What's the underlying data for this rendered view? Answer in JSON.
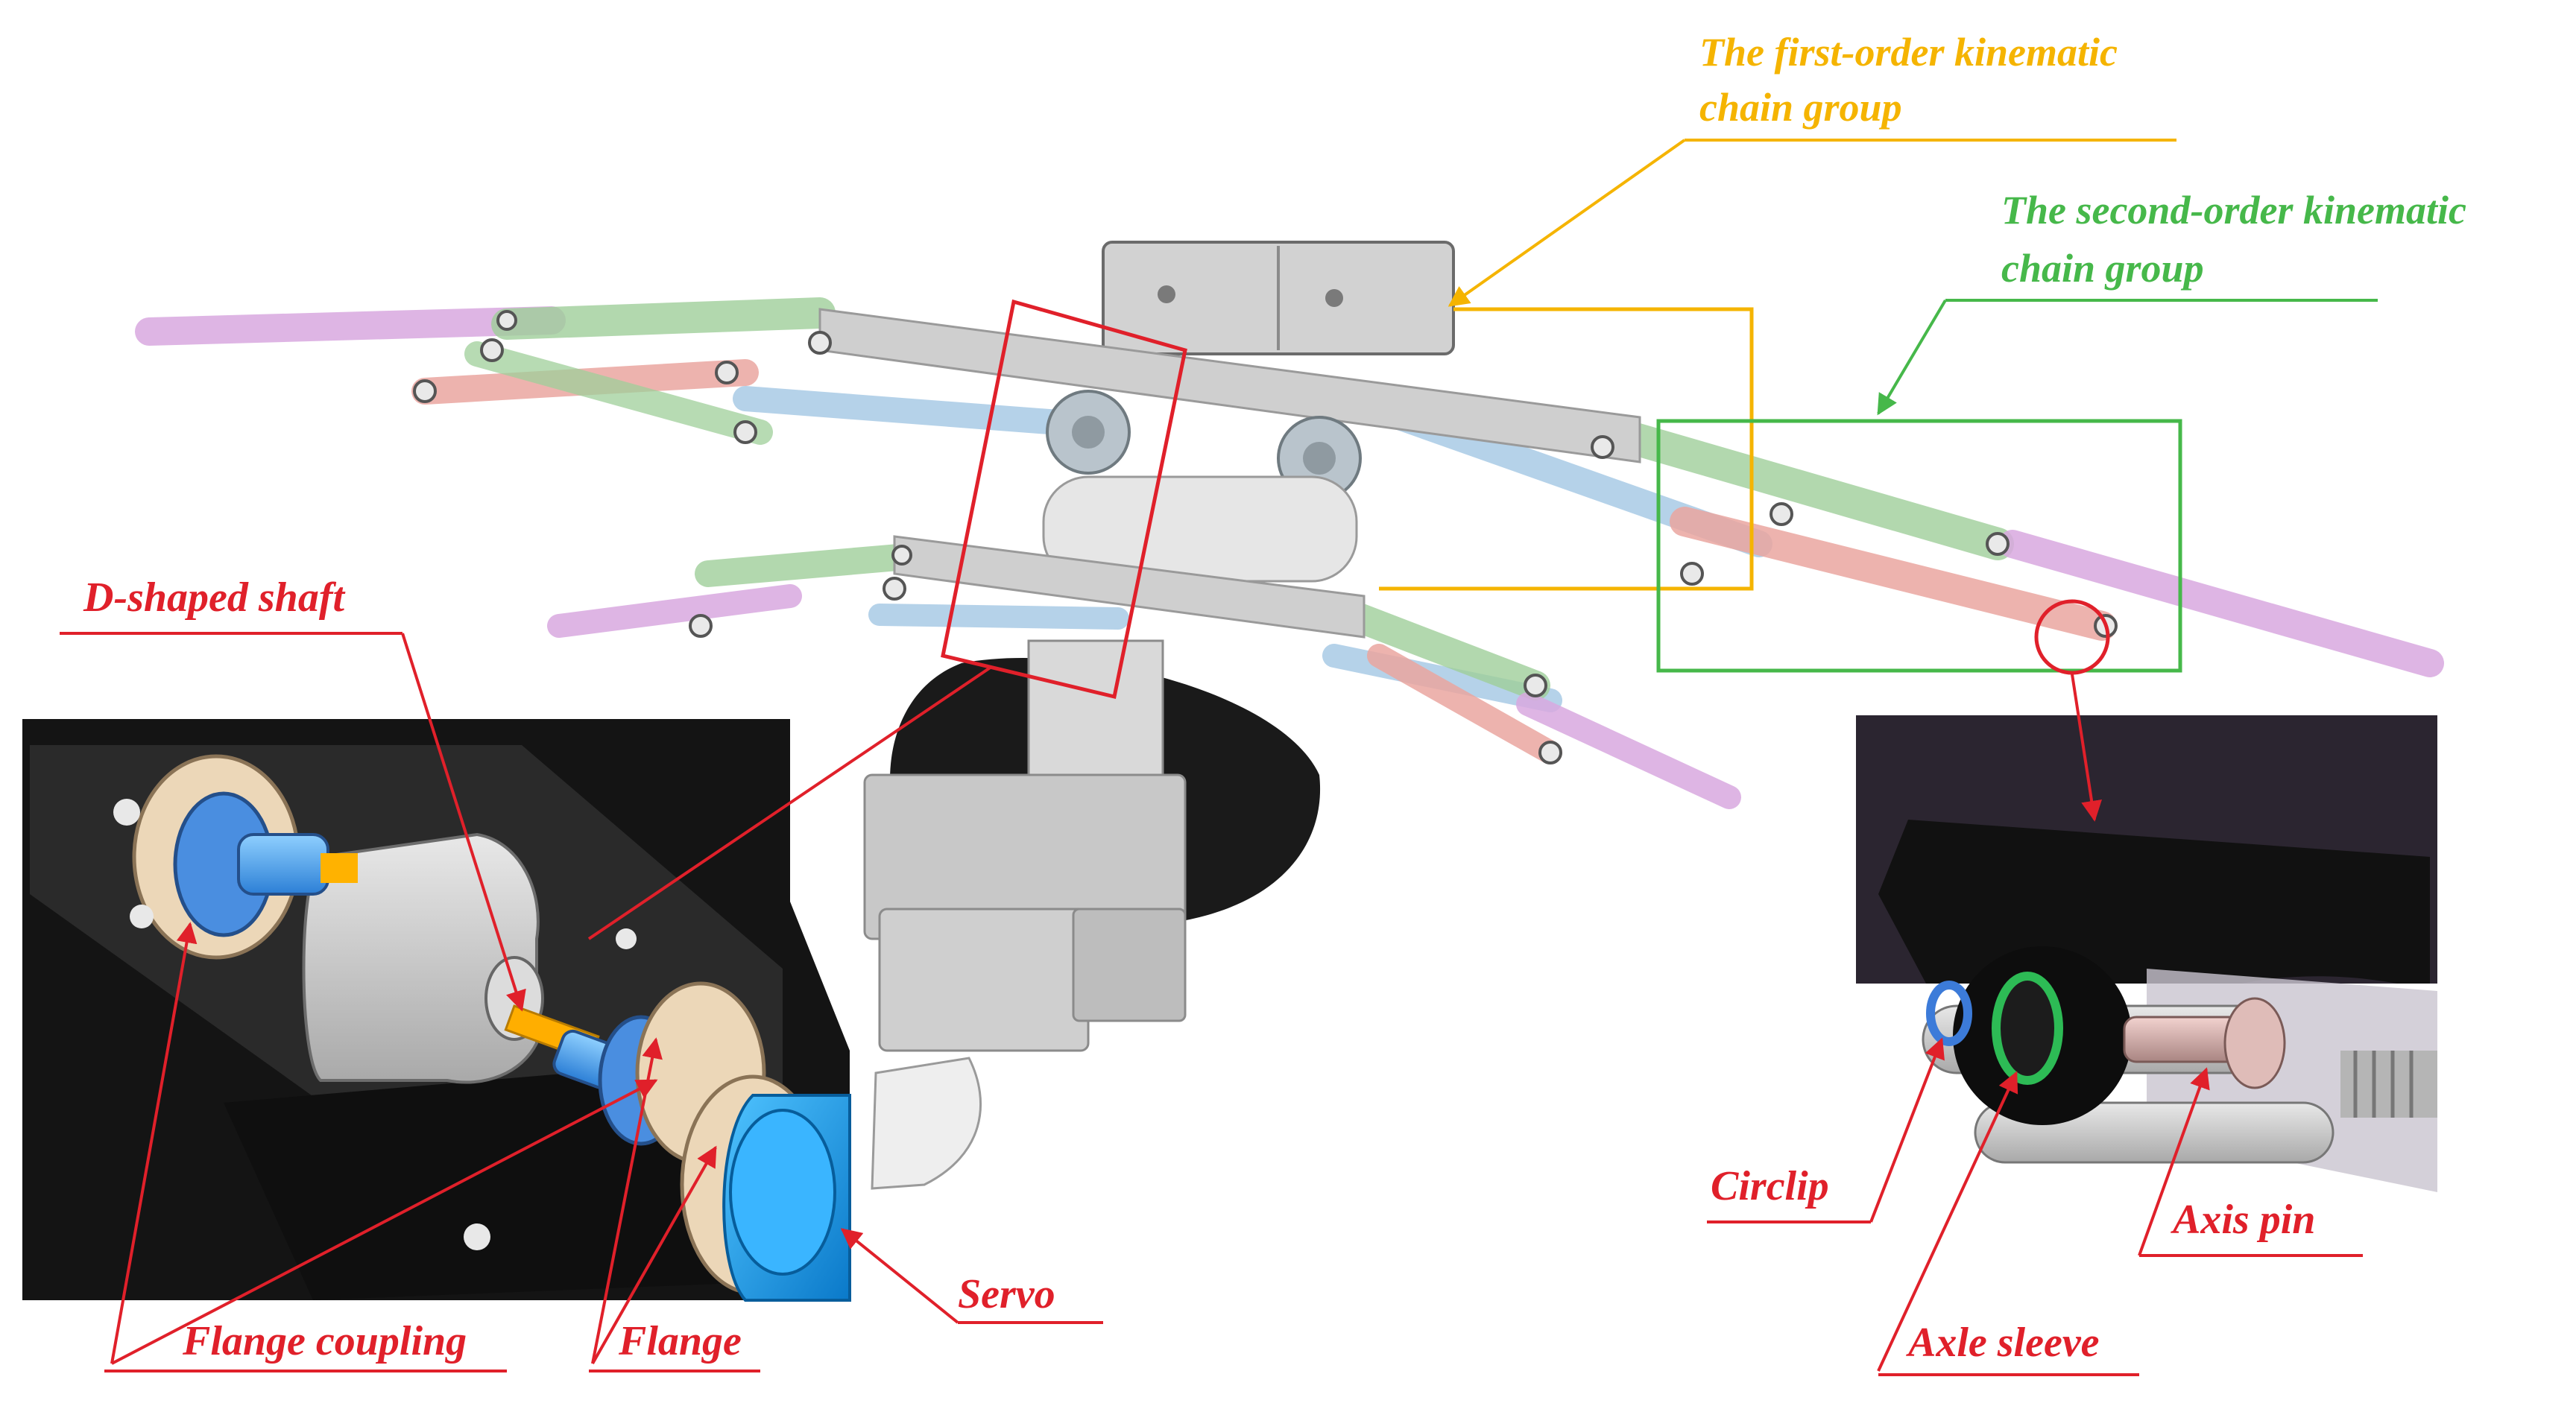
{
  "labels": {
    "first_order": [
      "The first-order kinematic",
      "chain group"
    ],
    "second_order": [
      "The second-order kinematic",
      "chain group"
    ],
    "d_shaft": "D-shaped shaft",
    "flange_coupling": "Flange coupling",
    "flange": "Flange",
    "servo": "Servo",
    "circlip": "Circlip",
    "axle_sleeve": "Axle sleeve",
    "axis_pin": "Axis pin"
  },
  "colors": {
    "callout_red": "#e0202a",
    "first_order": "#f5b400",
    "second_order": "#46b84a",
    "link_green": "#9fcf9a",
    "link_red": "#eba6a0",
    "link_blue": "#a9cbe6",
    "link_purple": "#d9a9e0",
    "frame_gray": "#cfcfcf"
  }
}
